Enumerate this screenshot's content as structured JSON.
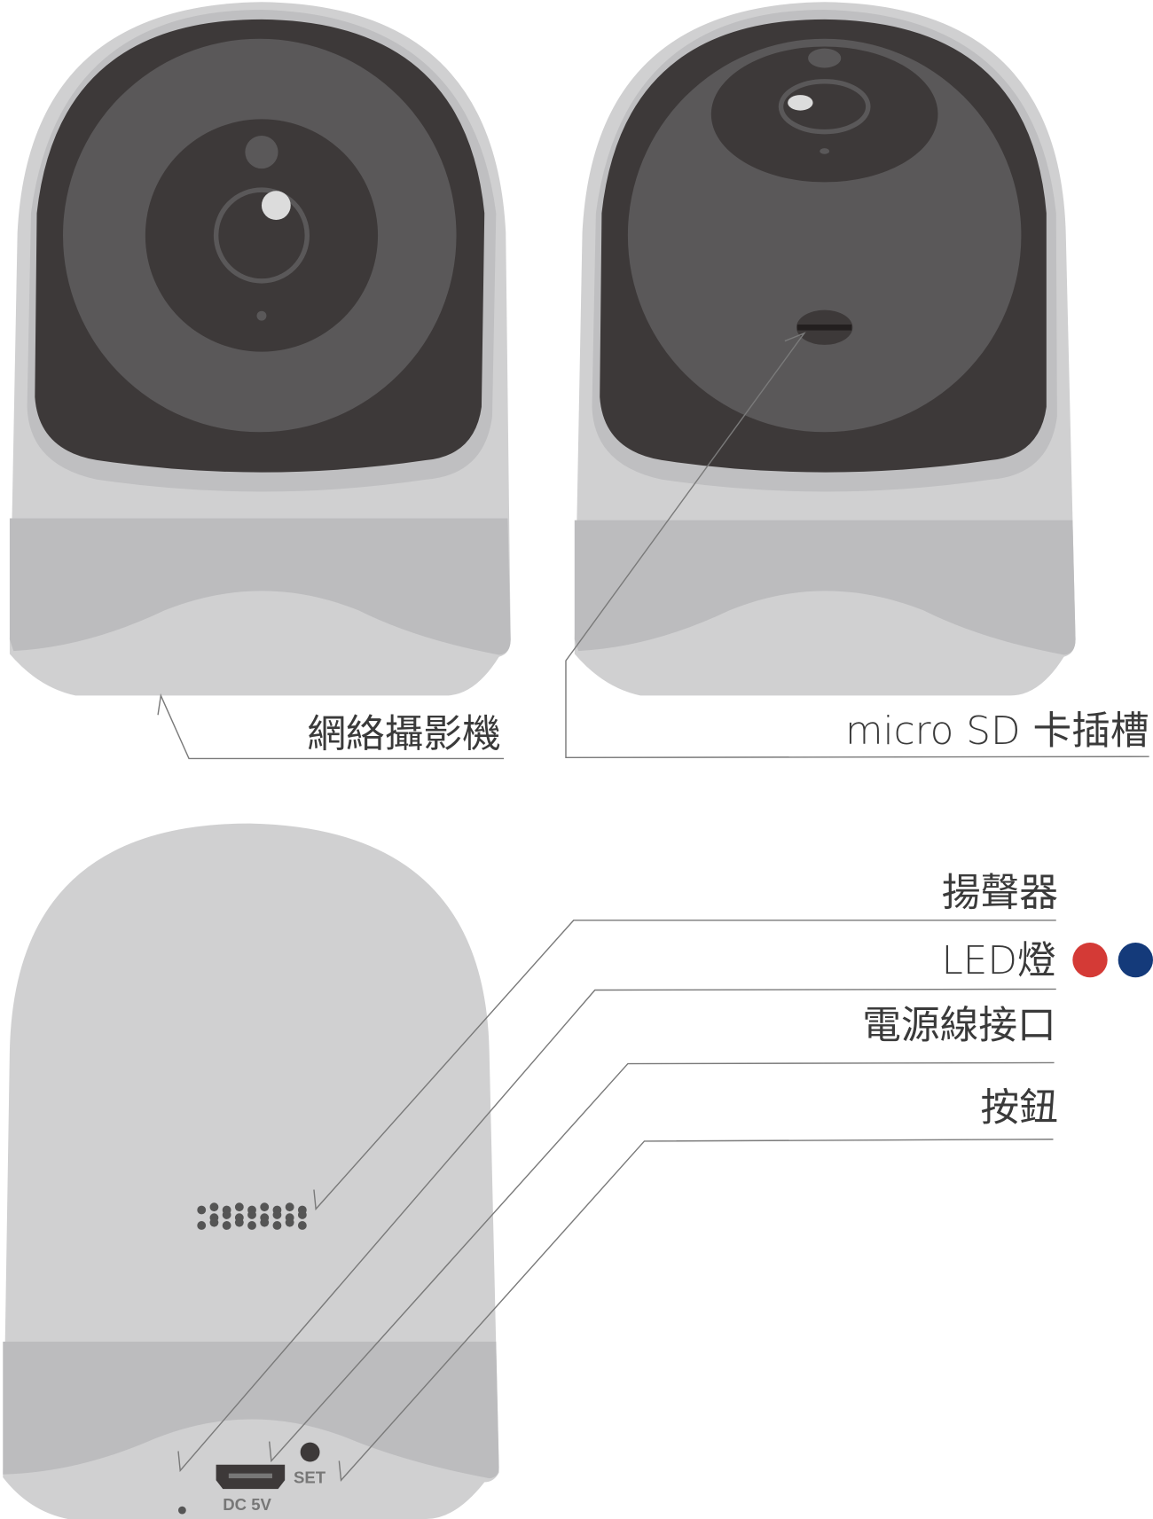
{
  "labels": {
    "camera": "網絡攝影機",
    "sd_slot": "micro SD 卡插槽",
    "speaker": "揚聲器",
    "led": "LED燈",
    "power_port": "電源線接口",
    "button": "按鈕"
  },
  "port_text": {
    "set": "SET",
    "dc": "DC 5V"
  },
  "colors": {
    "led_red": "#d43a36",
    "led_blue": "#143a7a",
    "body": "#d0d0d1",
    "band": "#bcbcbe",
    "face": "#3d3939",
    "face_inner": "#5a5859"
  }
}
